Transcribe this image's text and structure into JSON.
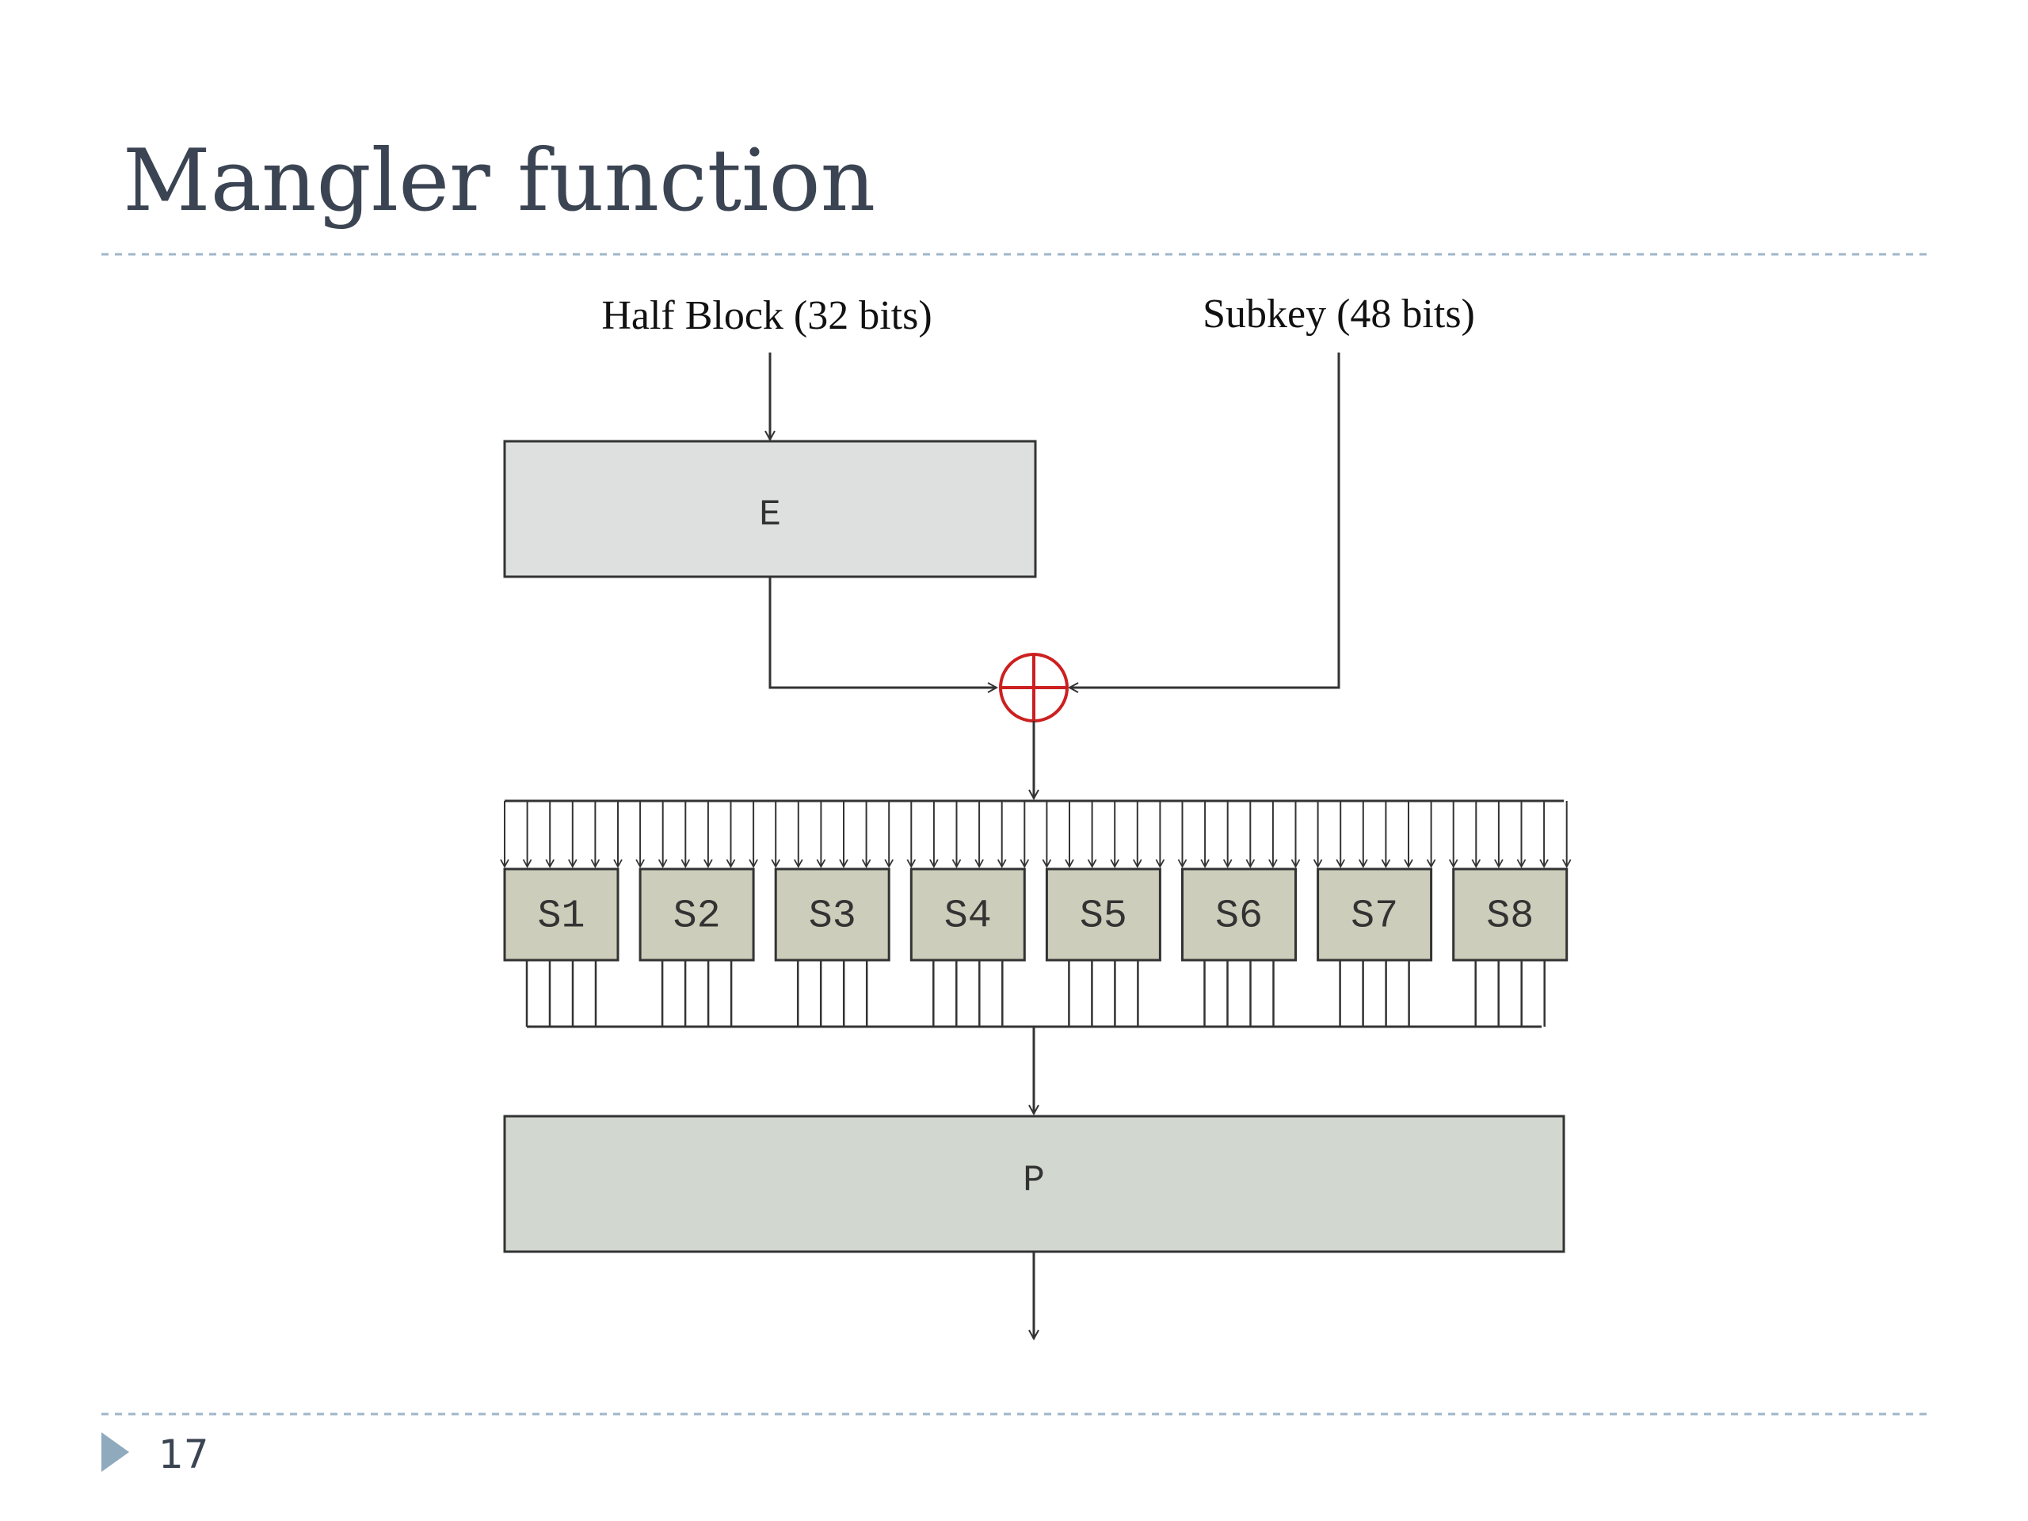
{
  "slide": {
    "title": "Mangler function",
    "page_number": "17"
  },
  "diagram": {
    "inputs": {
      "half_block": "Half Block (32 bits)",
      "subkey": "Subkey (48 bits)"
    },
    "expansion_box": "E",
    "sboxes": [
      "S1",
      "S2",
      "S3",
      "S4",
      "S5",
      "S6",
      "S7",
      "S8"
    ],
    "permutation_box": "P",
    "colors": {
      "e_box_fill": "#dedfdf",
      "sbox_fill": "#cccdba",
      "p_box_fill": "#d2d8d0",
      "xor_stroke": "#cc2020",
      "rule_color": "#9fb6c8",
      "bullet_color": "#8fa9bd",
      "title_color": "#3b4452"
    }
  }
}
